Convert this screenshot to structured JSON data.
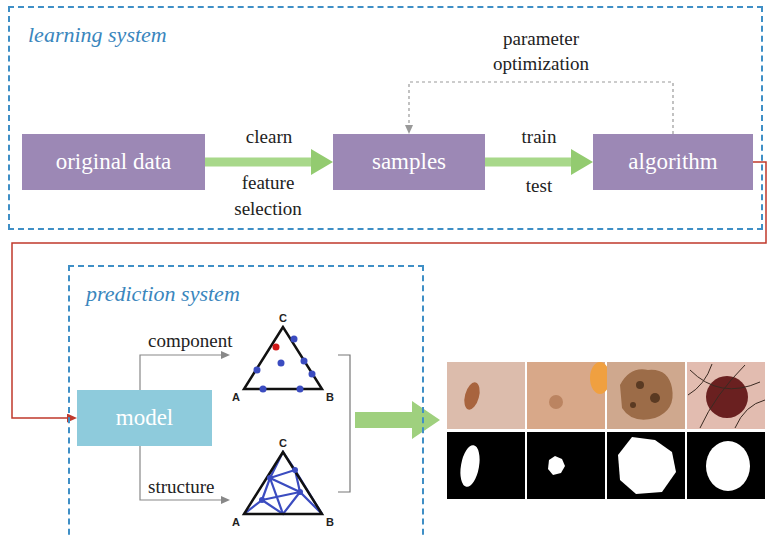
{
  "diagram": {
    "nodes": [
      {
        "text": [
          "learning system"
        ]
      },
      {
        "text": [
          "original data"
        ],
        "in": 0
      },
      {
        "text": [
          "samples"
        ],
        "in": 0
      },
      {
        "text": [
          "algorithm"
        ],
        "in": 0
      },
      {
        "text": [
          "prediction system"
        ]
      },
      {
        "text": [
          "model"
        ],
        "in": 4
      }
    ],
    "edges": [
      {
        "from": 1,
        "to": 2,
        "label": "clearn",
        "arrow": "to"
      },
      {
        "from": 2,
        "to": 3,
        "label": "train",
        "arrow": "to"
      },
      {
        "from": 3,
        "to": 2,
        "label": "parameter optimization",
        "arrow": "to"
      },
      {
        "from": 3,
        "to": 5,
        "arrow": "to"
      }
    ],
    "labels": [
      "feature selection",
      "test",
      "component",
      "structure",
      "C",
      "A",
      "B",
      "C",
      "A",
      "B"
    ]
  }
}
